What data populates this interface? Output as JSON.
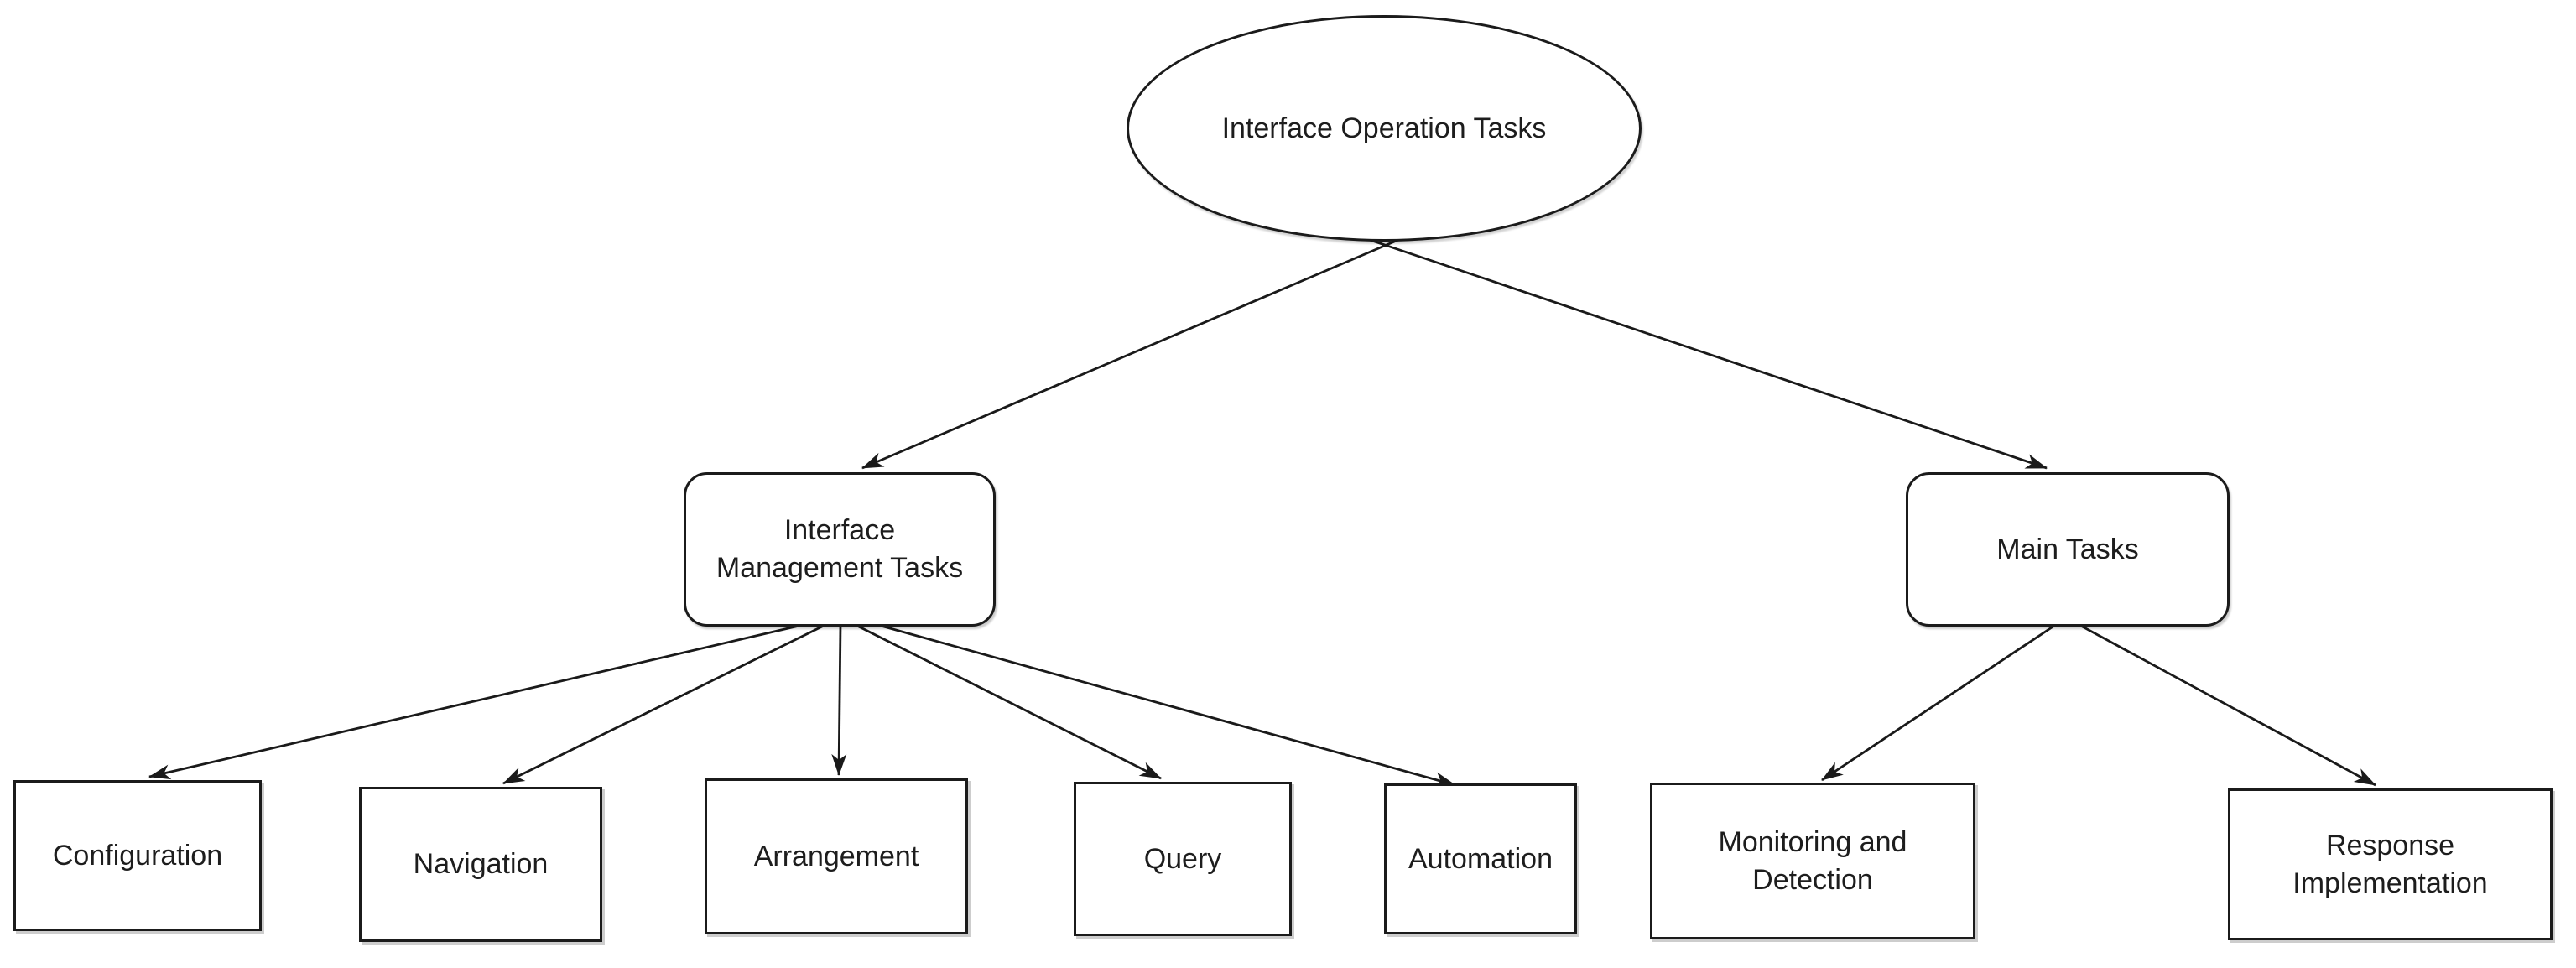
{
  "diagram": {
    "background_color": "#ffffff",
    "stroke_color": "#1a1a1a",
    "text_color": "#1d1d1d",
    "nodes": {
      "root": {
        "label": "Interface Operation Tasks",
        "shape": "ellipse"
      },
      "management": {
        "label": "Interface\nManagement Tasks",
        "shape": "rounded-rect"
      },
      "main": {
        "label": "Main Tasks",
        "shape": "rounded-rect"
      },
      "configuration": {
        "label": "Configuration",
        "shape": "rect"
      },
      "navigation": {
        "label": "Navigation",
        "shape": "rect"
      },
      "arrangement": {
        "label": "Arrangement",
        "shape": "rect"
      },
      "query": {
        "label": "Query",
        "shape": "rect"
      },
      "automation": {
        "label": "Automation",
        "shape": "rect"
      },
      "monitoring": {
        "label": "Monitoring and\nDetection",
        "shape": "rect"
      },
      "response": {
        "label": "Response\nImplementation",
        "shape": "rect"
      }
    },
    "edges": [
      {
        "from": "root",
        "to": "management"
      },
      {
        "from": "root",
        "to": "main"
      },
      {
        "from": "management",
        "to": "configuration"
      },
      {
        "from": "management",
        "to": "navigation"
      },
      {
        "from": "management",
        "to": "arrangement"
      },
      {
        "from": "management",
        "to": "query"
      },
      {
        "from": "management",
        "to": "automation"
      },
      {
        "from": "main",
        "to": "monitoring"
      },
      {
        "from": "main",
        "to": "response"
      }
    ]
  }
}
